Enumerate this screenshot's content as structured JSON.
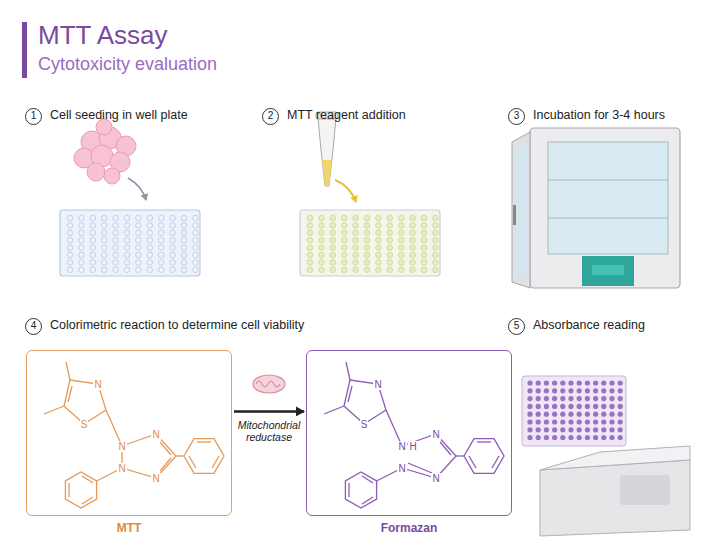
{
  "diagram": {
    "title": "MTT Assay",
    "nodes": [
      {
        "text": [
          "1",
          "Cell seeding in well plate"
        ]
      },
      {
        "text": [
          "2",
          "MTT reagent addition"
        ]
      },
      {
        "text": [
          "3",
          "Incubation for 3-4 hours"
        ]
      },
      {
        "text": [
          "4",
          "Colorimetric reaction to determine cell viability"
        ]
      },
      {
        "text": [
          "5",
          "Absorbance reading"
        ]
      },
      {
        "text": [
          "MTT"
        ]
      },
      {
        "text": [
          "Formazan"
        ]
      }
    ],
    "edges": [
      {
        "from": 5,
        "to": 6,
        "label": "Mitochondrial reductase",
        "arrow": "to"
      }
    ],
    "labels": [
      "Cytotoxicity evaluation",
      "N",
      "S",
      "N",
      "N",
      "N",
      "N",
      "N",
      "S",
      "N",
      "H",
      "N",
      "N",
      "N"
    ]
  }
}
